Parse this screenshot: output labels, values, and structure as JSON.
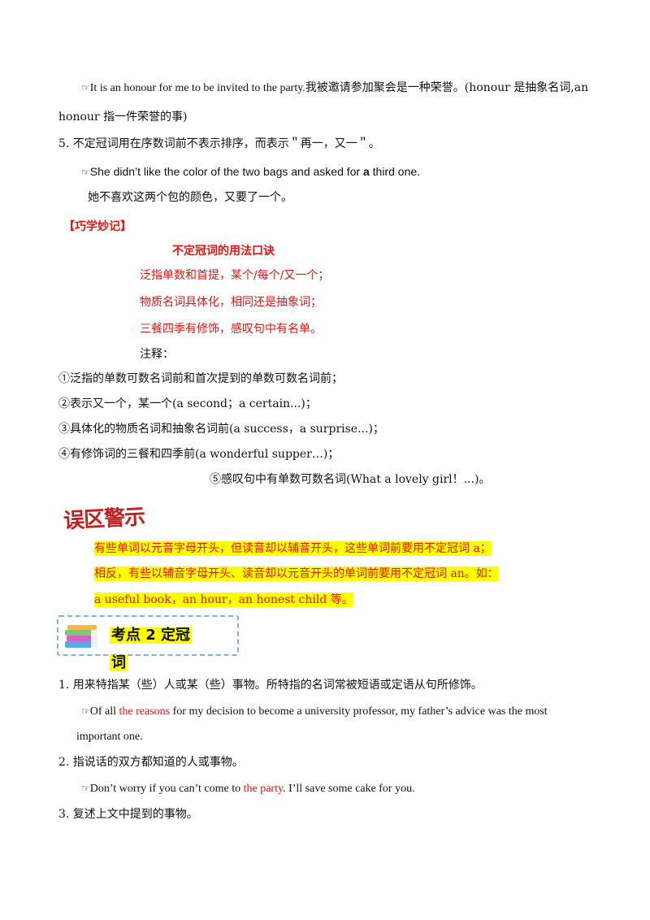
{
  "pointer_glyph": "☞",
  "intro": {
    "ex_en": "It is an honour for me to be invited to the party.",
    "ex_cn": "我被邀请参加聚会是一种荣誉。(honour 是抽象名词,an",
    "ex_cont": "honour 指一件荣誉的事)"
  },
  "rule5": {
    "heading": "5. 不定冠词用在序数词前不表示排序，而表示＂再一，又一＂。",
    "ex_before": "She didn’t like the color of the two bags and asked for ",
    "ex_bold": "a",
    "ex_after": " third one.",
    "translation": "她不喜欢这两个包的颜色，又要了一个。"
  },
  "tip": {
    "label": "【巧学妙记】",
    "title": "不定冠词的用法口诀",
    "rhymes": [
      "泛指单数和首提，某个/每个/又一个；",
      "物质名词具体化，相同还是抽象词；",
      "三餐四季有修饰，感叹句中有名单。"
    ],
    "notes_label": "注释：",
    "notes": [
      "①泛指的单数可数名词前和首次提到的单数可数名词前；",
      "②表示又一个，某一个(a second；a certain...)；",
      "③具体化的物质名词和抽象名词前(a success，a surprise...)；",
      "④有修饰词的三餐和四季前(a wonderful supper…)；",
      "⑤感叹句中有单数可数名词(What a lovely girl！...)。"
    ]
  },
  "warning": {
    "logo_text": "误区警示",
    "lines": [
      "有些单词以元音字母开头，但读音却以辅音开头，这些单词前要用不定冠词 a；",
      "相反，有些以辅音字母开头、读音却以元音开头的单词前要用不定冠词 an。如：",
      "a useful book，an hour，an honest child 等。"
    ]
  },
  "section2": {
    "title_line1": "考点 2  定冠",
    "title_line2": "词",
    "items": [
      {
        "heading": "1. 用来特指某（些）人或某（些）事物。所特指的名词常被短语或定语从句所修饰。",
        "ex_before": "Of all ",
        "ex_red": "the reasons",
        "ex_after": " for my decision to become a university professor, my father’s advice was the most",
        "ex_cont": "important one."
      },
      {
        "heading": "2. 指说话的双方都知道的人或事物。",
        "ex_before": "Don’t worry if you can’t come to ",
        "ex_red": "the party",
        "ex_after": ". I’ll save some cake for you."
      },
      {
        "heading": "3. 复述上文中提到的事物。"
      }
    ]
  },
  "colors": {
    "accent_red": "#ee1111",
    "highlight": "#ffff00",
    "box_border": "#7fb2e0"
  }
}
